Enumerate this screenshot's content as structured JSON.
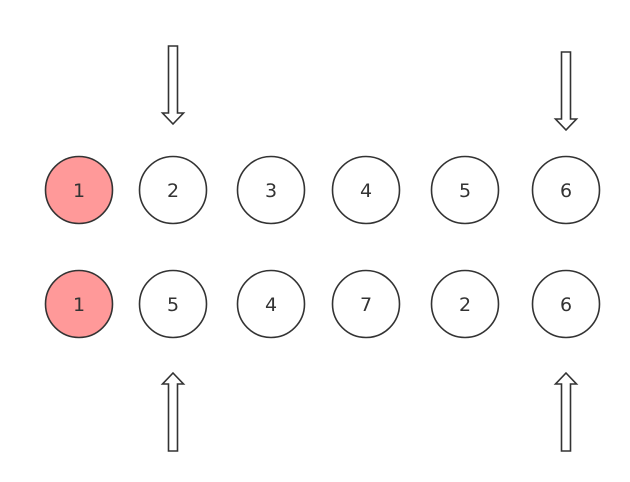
{
  "colors": {
    "highlight": "#ff9999",
    "node_fill": "#ffffff",
    "stroke": "#333333",
    "text": "#333333"
  },
  "rows": [
    {
      "values": [
        "1",
        "2",
        "3",
        "4",
        "5",
        "6"
      ],
      "highlighted_index": 0
    },
    {
      "values": [
        "1",
        "5",
        "4",
        "7",
        "2",
        "6"
      ],
      "highlighted_index": 0
    }
  ],
  "pointers": [
    {
      "icon": "down-arrow-icon",
      "row": 0,
      "index": 1
    },
    {
      "icon": "down-arrow-icon",
      "row": 0,
      "index": 5
    },
    {
      "icon": "up-arrow-icon",
      "row": 1,
      "index": 1
    },
    {
      "icon": "up-arrow-icon",
      "row": 1,
      "index": 5
    }
  ]
}
